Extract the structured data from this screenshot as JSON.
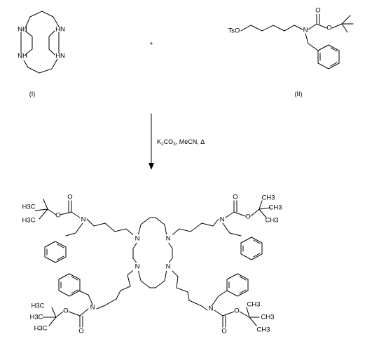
{
  "scheme": {
    "plus": "+",
    "compound_labels": [
      "(I)",
      "(II)"
    ],
    "conditions": {
      "k": "K",
      "k_sub": "2",
      "co": "CO",
      "co_sub": "3",
      "rest": ", MeCN, Δ"
    },
    "atoms": {
      "nh": "NH",
      "hn": "HN",
      "n": "N",
      "o": "O",
      "tso": "TsO",
      "h3c": "H3C",
      "ch3": "CH3"
    }
  }
}
